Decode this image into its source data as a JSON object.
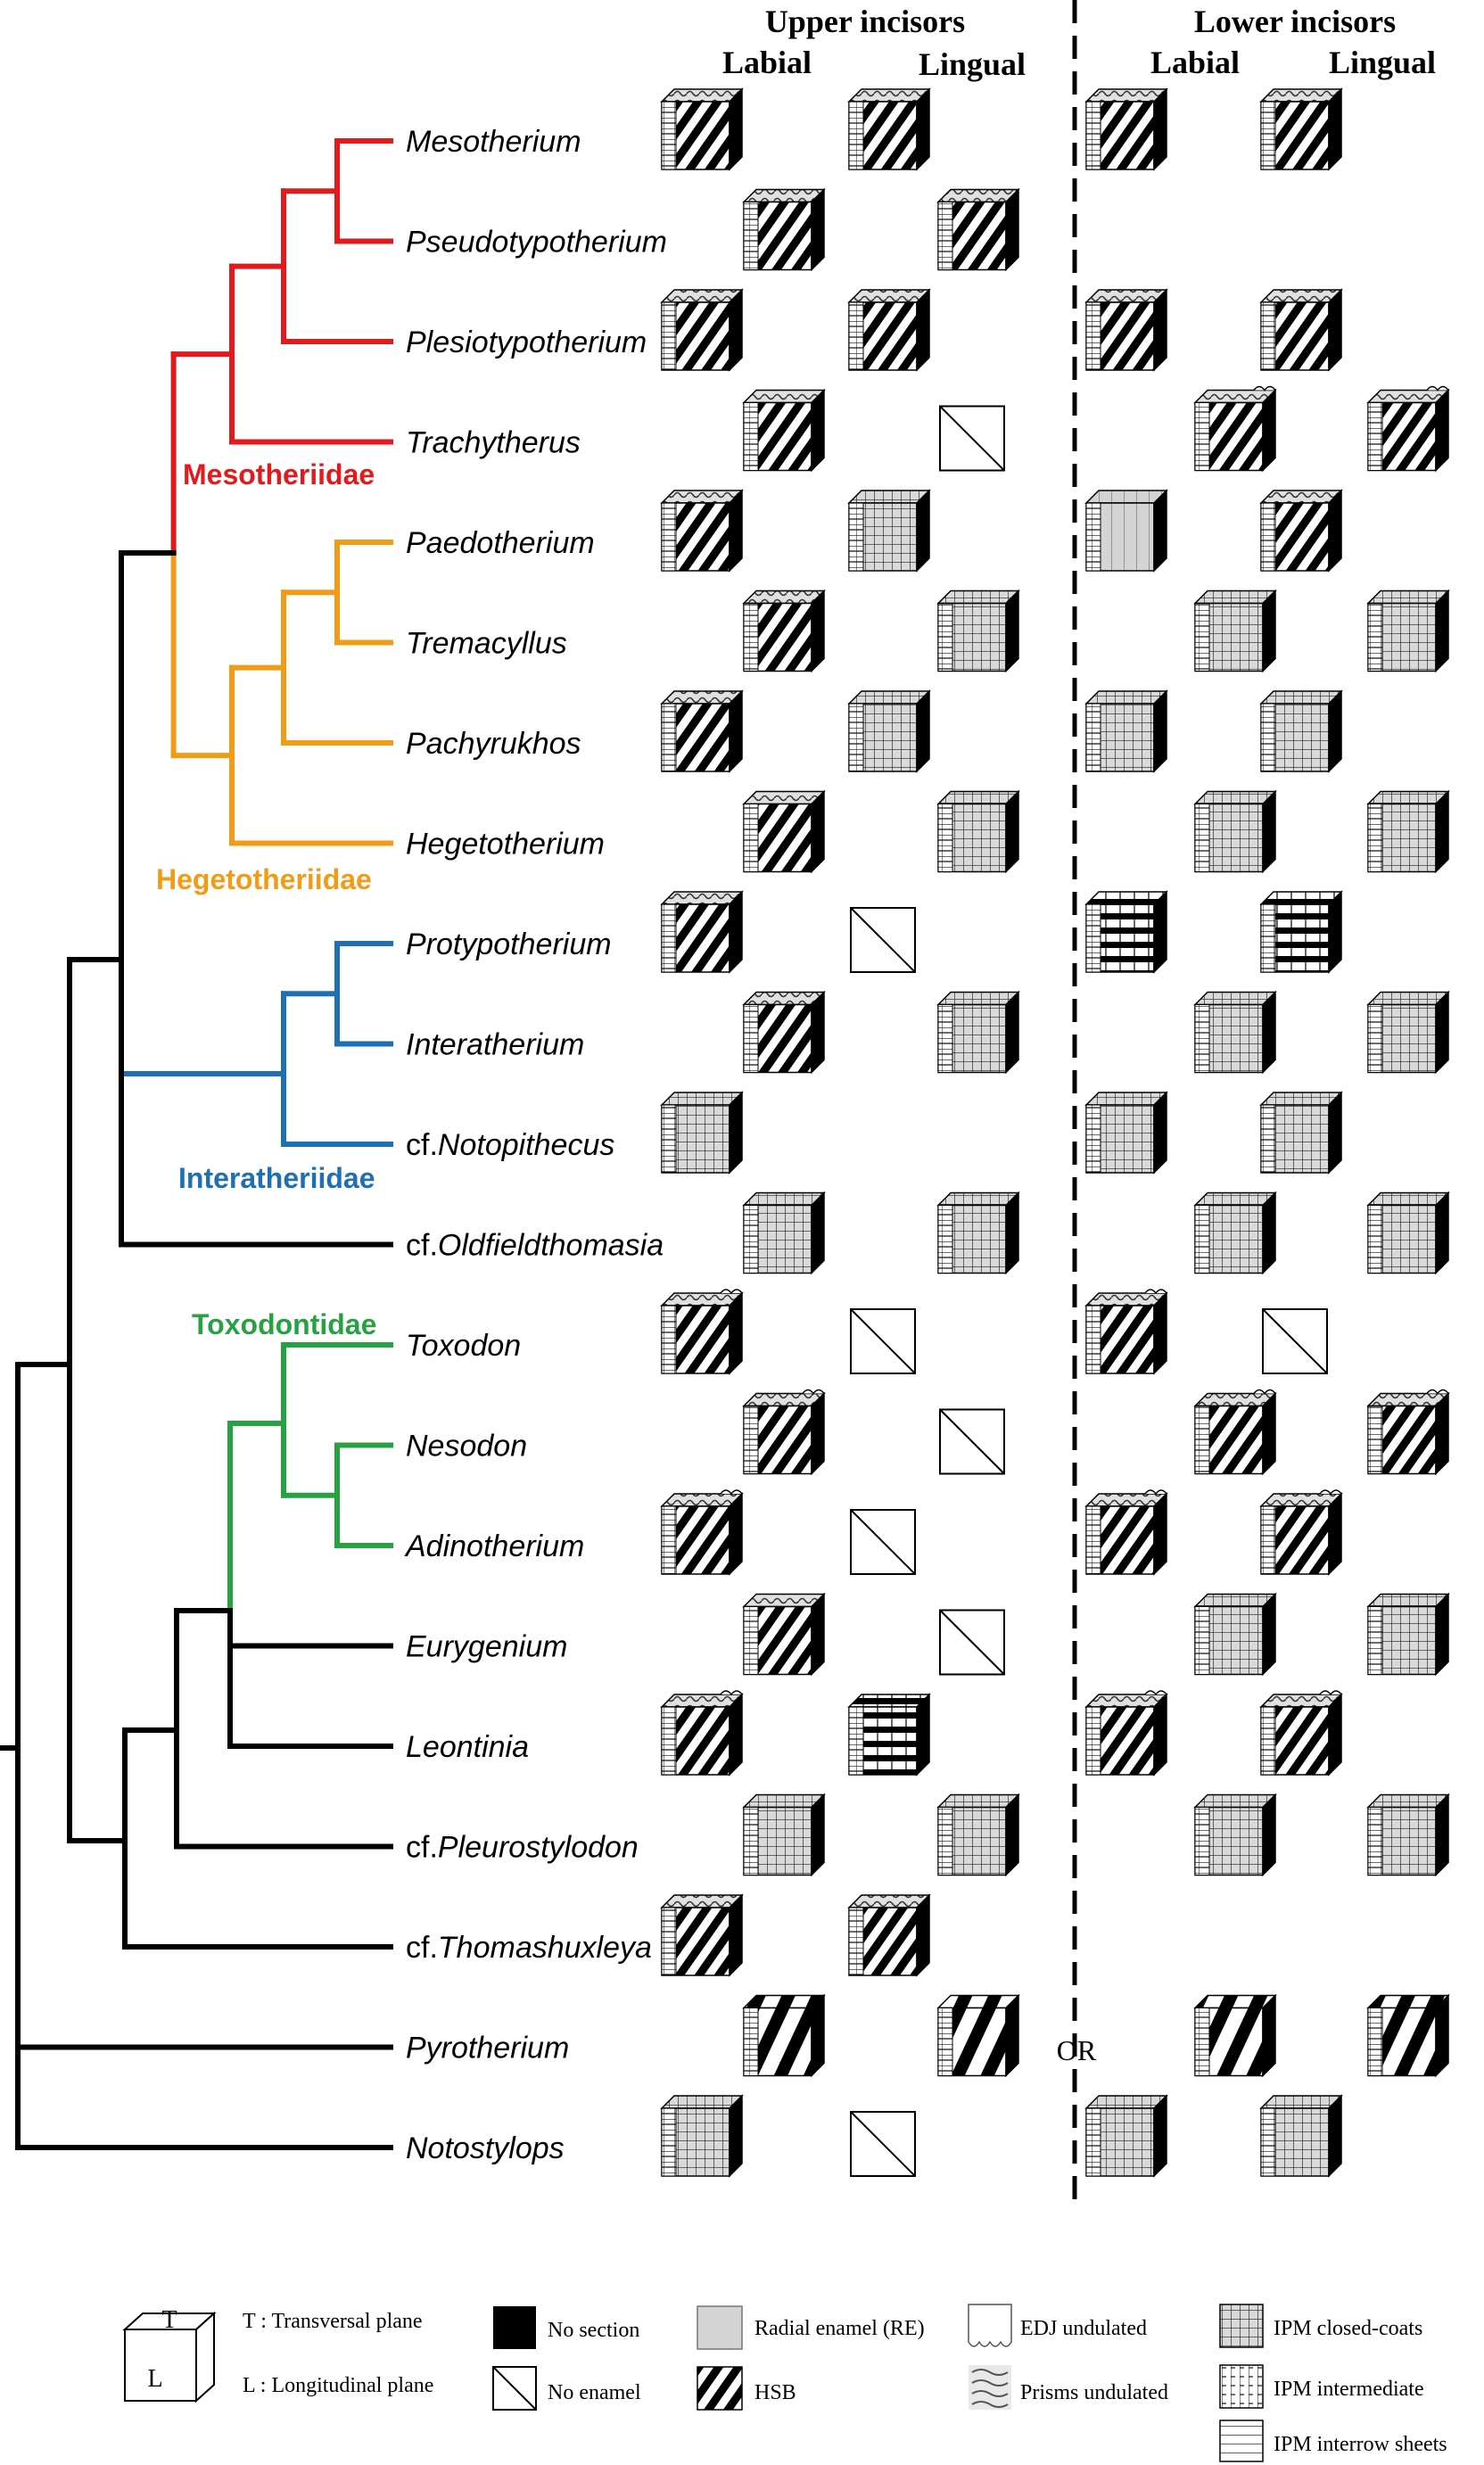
{
  "headers": {
    "upper": "Upper incisors",
    "lower": "Lower incisors",
    "labial": "Labial",
    "lingual": "Lingual"
  },
  "separator_note": "OR",
  "colors": {
    "mesotheriidae": "#e3191c",
    "hegetotheriidae": "#f29b17",
    "interatheriidae": "#1f6fb5",
    "toxodontidae": "#27a241",
    "base": "#000000",
    "radial_enamel": "#d4d4d4"
  },
  "families": [
    {
      "name": "Mesotheriidae",
      "color": "#e3191c"
    },
    {
      "name": "Hegetotheriidae",
      "color": "#f29b17"
    },
    {
      "name": "Interatheriidae",
      "color": "#1f6fb5"
    },
    {
      "name": "Toxodontidae",
      "color": "#27a241"
    }
  ],
  "taxa": [
    {
      "prefix": "",
      "name": "Mesotherium",
      "upper_labial": "hsb",
      "upper_lingual": "hsb",
      "lower_labial": "hsb",
      "lower_lingual": "hsb"
    },
    {
      "prefix": "",
      "name": "Pseudotypotherium",
      "upper_labial": "hsb",
      "upper_lingual": "hsb",
      "lower_labial": "",
      "lower_lingual": ""
    },
    {
      "prefix": "",
      "name": "Plesiotypotherium",
      "upper_labial": "hsb",
      "upper_lingual": "hsb",
      "lower_labial": "hsb",
      "lower_lingual": "hsb"
    },
    {
      "prefix": "",
      "name": "Trachytherus",
      "upper_labial": "hsb",
      "upper_lingual": "no-enamel",
      "lower_labial": "hsb-wavy",
      "lower_lingual": "hsb-wavy"
    },
    {
      "prefix": "",
      "name": "Paedotherium",
      "upper_labial": "hsb",
      "upper_lingual": "ipm",
      "lower_labial": "radial",
      "lower_lingual": "hsb"
    },
    {
      "prefix": "",
      "name": "Tremacyllus",
      "upper_labial": "hsb",
      "upper_lingual": "ipm",
      "lower_labial": "ipm",
      "lower_lingual": "ipm"
    },
    {
      "prefix": "",
      "name": "Pachyrukhos",
      "upper_labial": "hsb",
      "upper_lingual": "ipm",
      "lower_labial": "ipm",
      "lower_lingual": "ipm"
    },
    {
      "prefix": "",
      "name": "Hegetotherium",
      "upper_labial": "hsb",
      "upper_lingual": "ipm",
      "lower_labial": "ipm",
      "lower_lingual": "ipm"
    },
    {
      "prefix": "",
      "name": "Protypotherium",
      "upper_labial": "hsb",
      "upper_lingual": "no-enamel",
      "lower_labial": "interrow",
      "lower_lingual": "interrow"
    },
    {
      "prefix": "",
      "name": "Interatherium",
      "upper_labial": "hsb",
      "upper_lingual": "ipm",
      "lower_labial": "ipm",
      "lower_lingual": "ipm"
    },
    {
      "prefix": "cf.",
      "name": "Notopithecus",
      "upper_labial": "ipm",
      "upper_lingual": "",
      "lower_labial": "ipm",
      "lower_lingual": "ipm"
    },
    {
      "prefix": "cf.",
      "name": "Oldfieldthomasia",
      "upper_labial": "ipm",
      "upper_lingual": "ipm",
      "lower_labial": "ipm",
      "lower_lingual": "ipm"
    },
    {
      "prefix": "",
      "name": "Toxodon",
      "upper_labial": "hsb-wavy",
      "upper_lingual": "no-enamel",
      "lower_labial": "hsb-wavy",
      "lower_lingual": "no-enamel"
    },
    {
      "prefix": "",
      "name": "Nesodon",
      "upper_labial": "hsb-wavy",
      "upper_lingual": "no-enamel",
      "lower_labial": "hsb-wavy",
      "lower_lingual": "hsb-wavy"
    },
    {
      "prefix": "",
      "name": "Adinotherium",
      "upper_labial": "hsb-wavy",
      "upper_lingual": "no-enamel",
      "lower_labial": "hsb-wavy",
      "lower_lingual": "hsb-wavy"
    },
    {
      "prefix": "",
      "name": "Eurygenium",
      "upper_labial": "hsb",
      "upper_lingual": "no-enamel",
      "lower_labial": "ipm",
      "lower_lingual": "ipm"
    },
    {
      "prefix": "",
      "name": "Leontinia",
      "upper_labial": "hsb-wavy",
      "upper_lingual": "interrow",
      "lower_labial": "hsb-wavy",
      "lower_lingual": "hsb-wavy"
    },
    {
      "prefix": "cf.",
      "name": "Pleurostylodon",
      "upper_labial": "ipm",
      "upper_lingual": "ipm",
      "lower_labial": "ipm",
      "lower_lingual": "ipm"
    },
    {
      "prefix": "cf.",
      "name": "Thomashuxleya",
      "upper_labial": "hsb",
      "upper_lingual": "hsb",
      "lower_labial": "",
      "lower_lingual": ""
    },
    {
      "prefix": "",
      "name": "Pyrotherium",
      "upper_labial": "hsb-wide",
      "upper_lingual": "hsb-wide",
      "lower_labial": "hsb-wide",
      "lower_lingual": "hsb-wide"
    },
    {
      "prefix": "",
      "name": "Notostylops",
      "upper_labial": "ipm",
      "upper_lingual": "no-enamel",
      "lower_labial": "ipm",
      "lower_lingual": "ipm"
    }
  ],
  "legend": {
    "cube_top": "T",
    "cube_front": "L",
    "transversal": "T : Transversal plane",
    "longitudinal": "L : Longitudinal plane",
    "no_section": "No section",
    "no_enamel": "No enamel",
    "radial_enamel": "Radial enamel (RE)",
    "hsb": "HSB",
    "edj_undulated": "EDJ undulated",
    "prisms_undulated": "Prisms undulated",
    "ipm_closed": "IPM closed-coats",
    "ipm_intermediate": "IPM intermediate",
    "ipm_interrow": "IPM interrow sheets"
  }
}
